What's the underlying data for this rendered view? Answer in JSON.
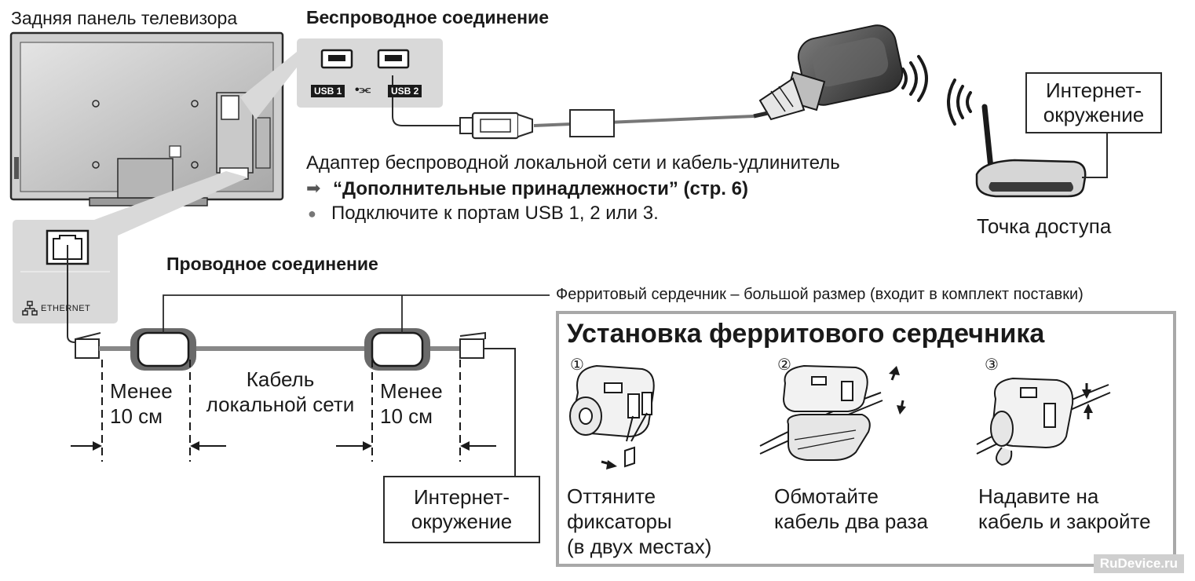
{
  "tv_back_label": "Задняя панель телевизора",
  "wireless": {
    "heading": "Беспроводное соединение",
    "usb1_label": "USB 1",
    "usb2_label": "USB 2",
    "usb_symbol": "•⫘",
    "adapter_line": "Адаптер беспроводной локальной сети и кабель-удлинитель",
    "reference_arrow": "➡",
    "reference_line": "“Дополнительные принадлежности” (стр. 6)",
    "bullet": "●",
    "usb_note": "Подключите к портам USB 1, 2 или 3.",
    "internet_box": [
      "Интернет-",
      "окружение"
    ],
    "access_point_label": "Точка доступа"
  },
  "wired": {
    "heading": "Проводное соединение",
    "ethernet_label": "ETHERNET",
    "ferrite_note": "Ферритовый сердечник – большой размер (входит в комплект поставки)",
    "less_left": [
      "Менее",
      "10 см"
    ],
    "cable_label": [
      "Кабель",
      "локальной сети"
    ],
    "less_right": [
      "Менее",
      "10 см"
    ],
    "internet_box": [
      "Интернет-",
      "окружение"
    ]
  },
  "ferrite_install": {
    "title": "Установка ферритового сердечника",
    "steps": [
      {
        "number": "①",
        "caption": [
          "Оттяните",
          "фиксаторы",
          "(в двух местах)"
        ]
      },
      {
        "number": "②",
        "caption": [
          "Обмотайте",
          "кабель два раза"
        ]
      },
      {
        "number": "③",
        "caption": [
          "Надавите на",
          "кабель и закройте"
        ]
      }
    ]
  },
  "watermark": "RuDevice.ru",
  "colors": {
    "line": "#2a2a2a",
    "panel": "#d9d9d9",
    "tv": "#bfbfbf",
    "box_border": "#a8a8a8"
  }
}
